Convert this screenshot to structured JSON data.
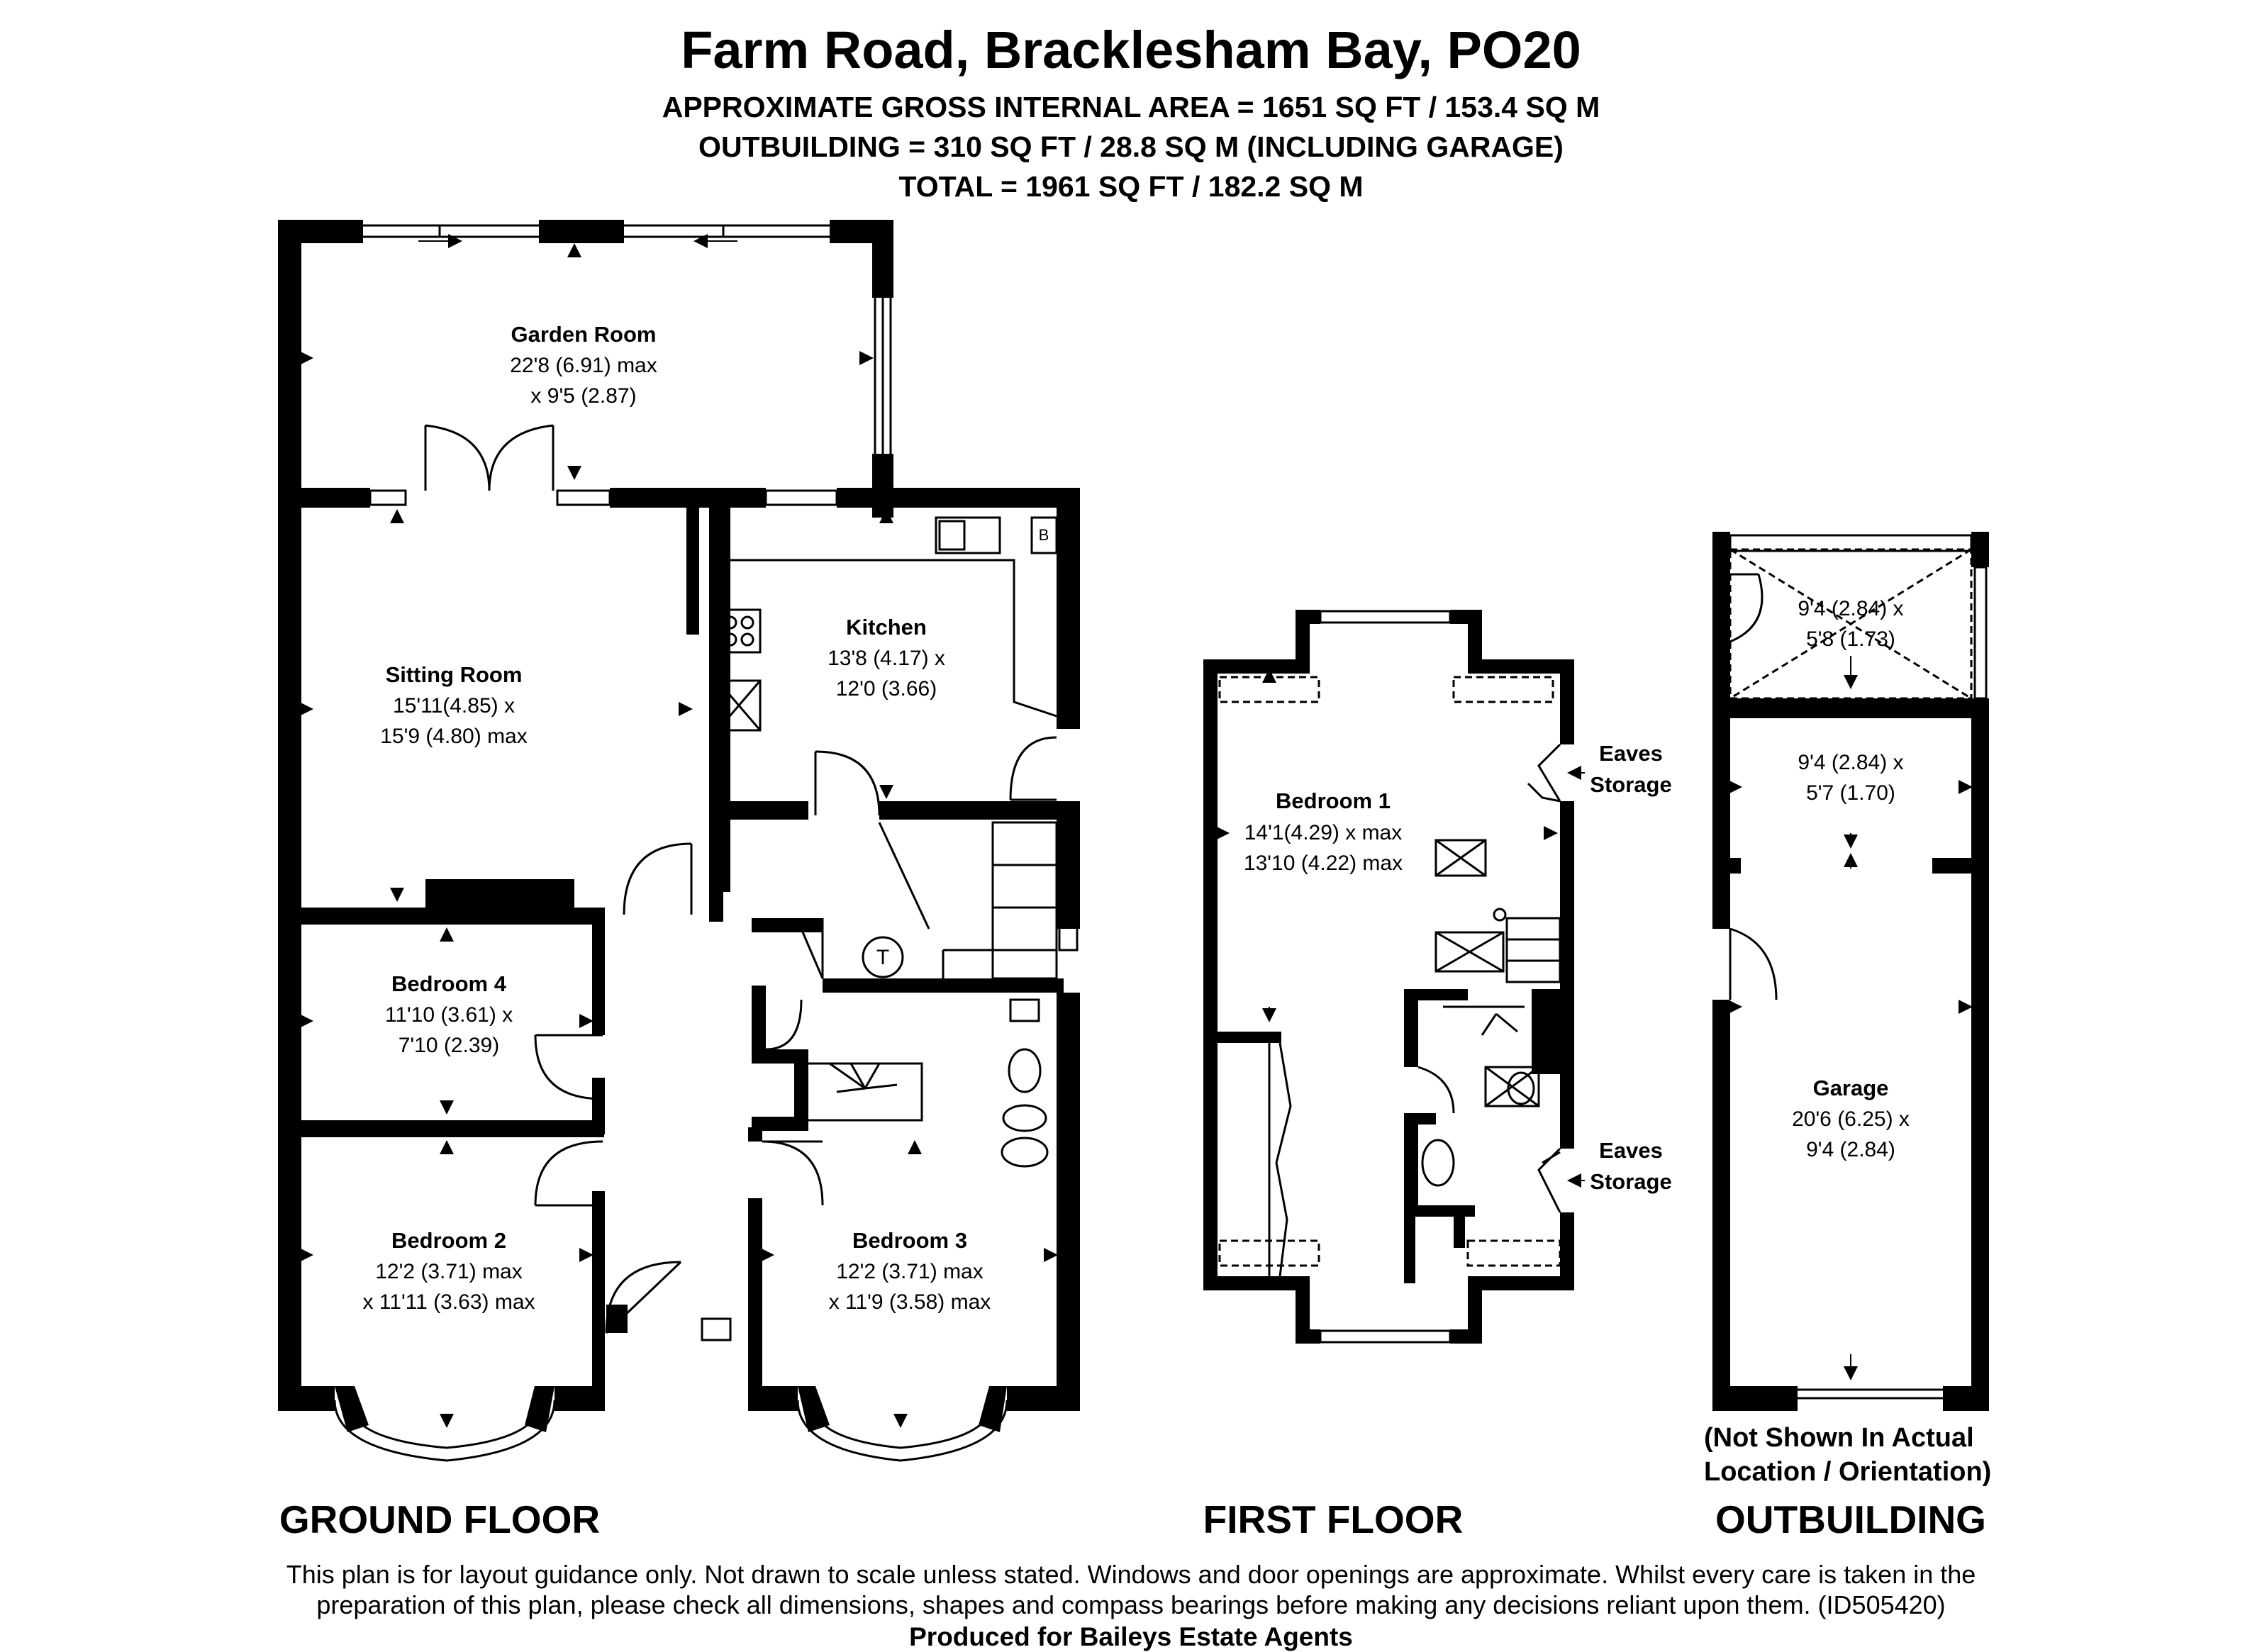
{
  "header": {
    "title": "Farm Road, Bracklesham Bay, PO20",
    "line1": "APPROXIMATE GROSS INTERNAL AREA = 1651 SQ FT / 153.4 SQ M",
    "line2": "OUTBUILDING = 310 SQ FT / 28.8 SQ M (INCLUDING GARAGE)",
    "line3": "TOTAL = 1961 SQ FT / 182.2 SQ M"
  },
  "rooms": {
    "garden_room": {
      "name": "Garden Room",
      "dim1": "22'8 (6.91) max",
      "dim2": "x 9'5 (2.87)"
    },
    "sitting_room": {
      "name": "Sitting Room",
      "dim1": "15'11(4.85) x",
      "dim2": "15'9 (4.80) max"
    },
    "kitchen": {
      "name": "Kitchen",
      "dim1": "13'8 (4.17) x",
      "dim2": "12'0 (3.66)"
    },
    "bedroom4": {
      "name": "Bedroom 4",
      "dim1": "11'10 (3.61) x",
      "dim2": "7'10 (2.39)"
    },
    "bedroom2": {
      "name": "Bedroom 2",
      "dim1": "12'2 (3.71) max",
      "dim2": "x 11'11 (3.63) max"
    },
    "bedroom3": {
      "name": "Bedroom 3",
      "dim1": "12'2 (3.71) max",
      "dim2": "x 11'9 (3.58) max"
    },
    "bedroom1": {
      "name": "Bedroom 1",
      "dim1": "14'1(4.29) x max",
      "dim2": "13'10 (4.22) max"
    },
    "eaves1": {
      "line1": "Eaves",
      "line2": "Storage"
    },
    "eaves2": {
      "line1": "Eaves",
      "line2": "Storage"
    },
    "outbuilding_small": {
      "dim1": "9'4 (2.84) x",
      "dim2": "5'8 (1.73)"
    },
    "outbuilding_mid": {
      "dim1": "9'4 (2.84) x",
      "dim2": "5'7 (1.70)"
    },
    "garage": {
      "name": "Garage",
      "dim1": "20'6 (6.25) x",
      "dim2": "9'4 (2.84)"
    }
  },
  "symbols": {
    "boiler": "B",
    "tank": "T"
  },
  "labels": {
    "ground_floor": "GROUND FLOOR",
    "first_floor": "FIRST FLOOR",
    "outbuilding": "OUTBUILDING",
    "not_shown_1": "(Not Shown In Actual",
    "not_shown_2": "Location / Orientation)"
  },
  "footer": {
    "disclaimer1": "This plan is for layout guidance only. Not drawn to scale unless stated. Windows and door openings are approximate. Whilst every care is taken in the",
    "disclaimer2": "preparation of this plan, please check all dimensions, shapes and compass bearings before making any decisions reliant upon them. (ID505420)",
    "credit": "Produced for Baileys Estate Agents"
  },
  "colors": {
    "wall": "#000000",
    "background": "#ffffff",
    "line": "#000000"
  }
}
